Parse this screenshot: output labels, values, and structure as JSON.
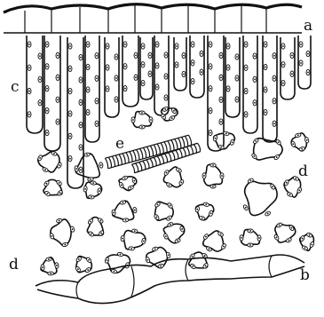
{
  "figure": {
    "labels": {
      "a": "a",
      "b": "b",
      "c": "c",
      "d_right": "d",
      "d_left": "d",
      "e": "e"
    }
  }
}
